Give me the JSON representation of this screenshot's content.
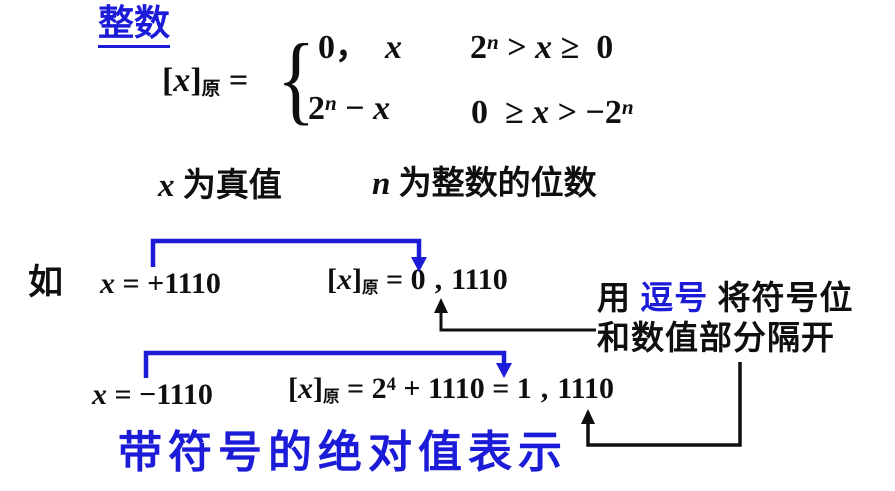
{
  "colors": {
    "accent_blue": "#1b1bd8",
    "text": "#0f0f0f",
    "background": "#ffffff"
  },
  "slide": {
    "title": "整数",
    "example_label": "如",
    "footer": "带符号的绝对值表示"
  },
  "formula": {
    "lhs": {
      "open": "[",
      "var": "x",
      "close": "]",
      "sub": "原",
      "eq": " ="
    },
    "brace": "{",
    "case1": {
      "v_num": "0，",
      "v_var": "x",
      "c_base": "2",
      "c_sup": "n",
      "c_mid": " > ",
      "c_var": "x",
      "c_end": " ≥  0"
    },
    "case2": {
      "v_base": "2",
      "v_sup": "n",
      "v_mid": " − ",
      "v_var": "x",
      "c_pre": "0  ≥ ",
      "c_var": "x",
      "c_mid": " > −2",
      "c_sup": "n"
    }
  },
  "legend": {
    "x_var": "x",
    "x_text": " 为真值",
    "n_var": "n",
    "n_text": " 为整数的位数"
  },
  "example1": {
    "lhs": {
      "var": "x",
      "eq": " = ",
      "val": "+1110"
    },
    "rhs": {
      "open": "[",
      "var": "x",
      "close": "]",
      "sub": "原",
      "eq": " = ",
      "sign": "0",
      "comma": ",",
      "mag": "1110"
    }
  },
  "example2": {
    "lhs": {
      "var": "x",
      "eq": " = ",
      "val": "−1110"
    },
    "rhs": {
      "open": "[",
      "var": "x",
      "close": "]",
      "sub": "原",
      "eq": " = ",
      "base": "2",
      "sup": "4",
      "mid": " + 1110 = ",
      "sign": "1",
      "comma": ",",
      "mag": "1110"
    }
  },
  "annotation": {
    "line1_pre": "用 ",
    "line1_highlight": "逗号",
    "line1_post": " 将符号位",
    "line2": "和数值部分隔开"
  },
  "arrows": [
    {
      "name": "sign-to-sign-bit-positive",
      "color": "#1b1bd8"
    },
    {
      "name": "sign-to-sign-bit-negative",
      "color": "#1b1bd8"
    },
    {
      "name": "comma-pointer-positive",
      "color": "#0f0f0f"
    },
    {
      "name": "comma-pointer-negative",
      "color": "#0f0f0f"
    }
  ]
}
